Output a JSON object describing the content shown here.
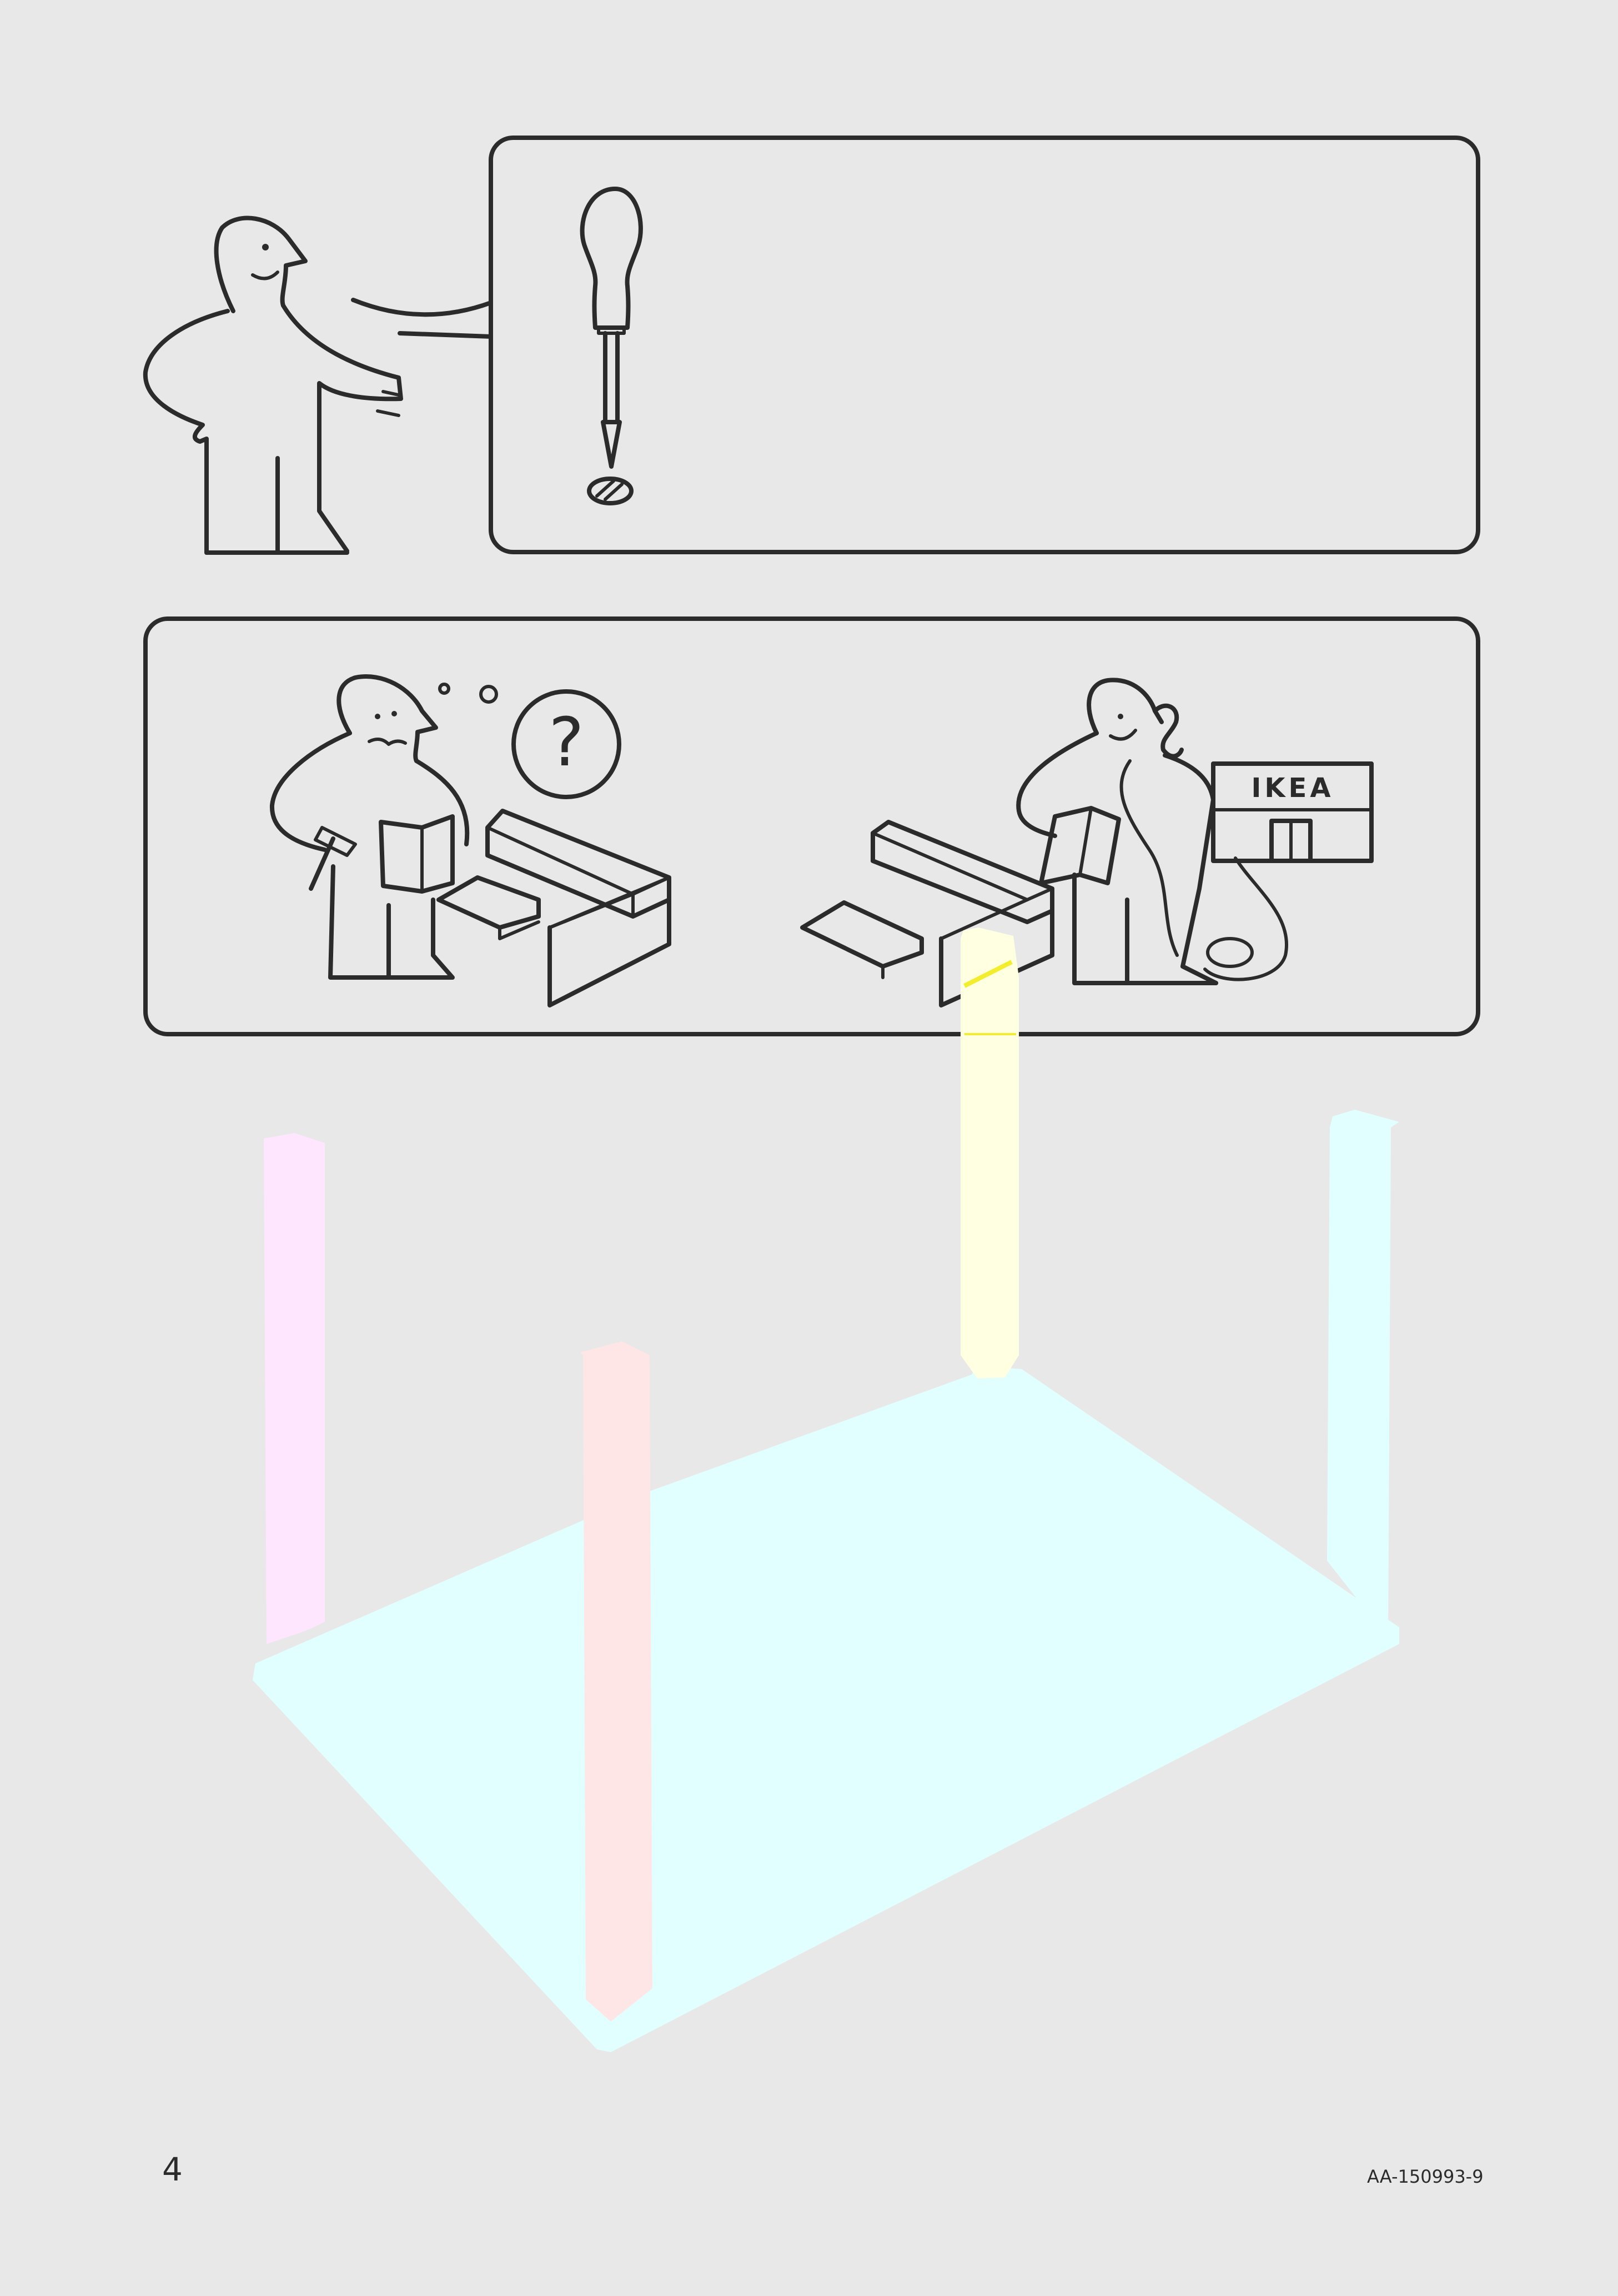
{
  "footer": {
    "page_number": "4",
    "document_code": "AA-150993-9"
  },
  "panels": {
    "tools": {
      "icons": [
        "person-pointing-icon",
        "screwdriver-icon",
        "screw-head-icon"
      ]
    },
    "help": {
      "icons": [
        "confused-person-icon",
        "question-mark-icon",
        "phone-person-icon",
        "ikea-store-icon"
      ],
      "question_symbol": "?",
      "store_sign": "IKEA"
    }
  },
  "illustration": {
    "name": "table-assembly-view",
    "colors": {
      "tabletop": "#e2ffff",
      "leg_back_left": "#ffe6ff",
      "leg_front_left": "#ffe6e6",
      "leg_back_center": "#ffffe2",
      "leg_back_right": "#e2ffff",
      "accent_line": "#f2ee2a",
      "line": "#2b2b2b",
      "background": "#e8e8e8"
    }
  }
}
